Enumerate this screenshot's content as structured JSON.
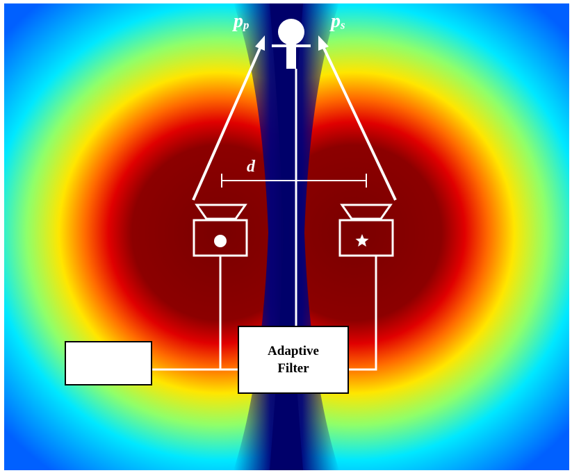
{
  "labels": {
    "primary_pressure": {
      "main": "p",
      "sub": "p"
    },
    "secondary_pressure": {
      "main": "p",
      "sub": "s"
    },
    "spacing": "d"
  },
  "adaptive_filter": {
    "line1": "Adaptive",
    "line2": "Filter"
  },
  "sources": {
    "primary_marker": "circle",
    "secondary_marker": "star"
  },
  "icons": {
    "microphone": "microphone-icon",
    "signal_generator": "sine-wave-icon",
    "loudspeaker_primary": "loudspeaker-icon",
    "loudspeaker_secondary": "loudspeaker-icon"
  },
  "colors": {
    "field_min": "#00007a",
    "field_mid": "#00e5ff",
    "field_yellow": "#ffff00",
    "field_max": "#7a0000",
    "lines": "#ffffff"
  }
}
